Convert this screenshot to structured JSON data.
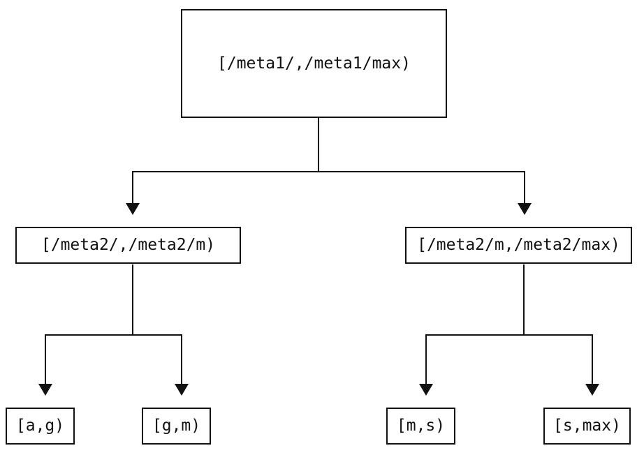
{
  "diagram": {
    "type": "binary-interval-tree",
    "colors": {
      "background": "#ffffff",
      "line": "#111111",
      "text": "#111111"
    },
    "nodes": {
      "root": "[/meta1/,/meta1/max)",
      "left_child": "[/meta2/,/meta2/m)",
      "right_child": "[/meta2/m,/meta2/max)",
      "leaf_ag": "[a,g)",
      "leaf_gm": "[g,m)",
      "leaf_ms": "[m,s)",
      "leaf_smax": "[s,max)"
    }
  }
}
